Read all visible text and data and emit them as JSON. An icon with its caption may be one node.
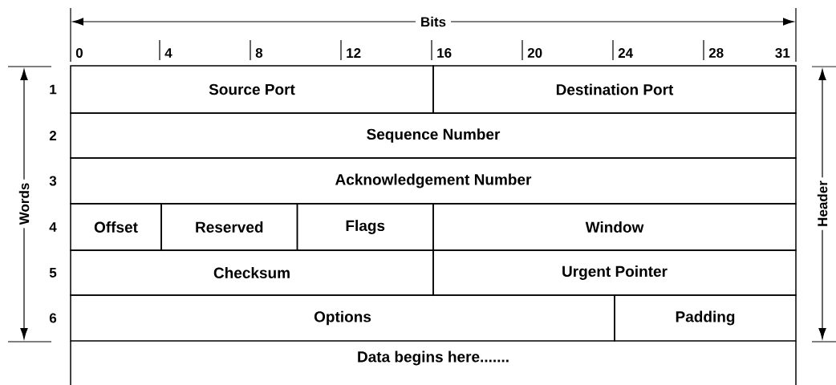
{
  "diagram": {
    "nodes": [
      {
        "text": [
          "Source Port"
        ]
      },
      {
        "text": [
          "Destination Port"
        ]
      },
      {
        "text": [
          "Sequence Number"
        ]
      },
      {
        "text": [
          "Acknowledgement Number"
        ]
      },
      {
        "text": [
          "Offset"
        ]
      },
      {
        "text": [
          "Reserved"
        ]
      },
      {
        "text": [
          "Flags"
        ]
      },
      {
        "text": [
          "Window"
        ]
      },
      {
        "text": [
          "Checksum"
        ]
      },
      {
        "text": [
          "Urgent Pointer"
        ]
      },
      {
        "text": [
          "Options"
        ]
      },
      {
        "text": [
          "Padding"
        ]
      },
      {
        "text": [
          "Data begins here......."
        ]
      }
    ],
    "labels": [
      "Bits",
      "0",
      "4",
      "8",
      "12",
      "16",
      "20",
      "24",
      "28",
      "31",
      "Words",
      "1",
      "2",
      "3",
      "4",
      "5",
      "6",
      "Header"
    ]
  }
}
